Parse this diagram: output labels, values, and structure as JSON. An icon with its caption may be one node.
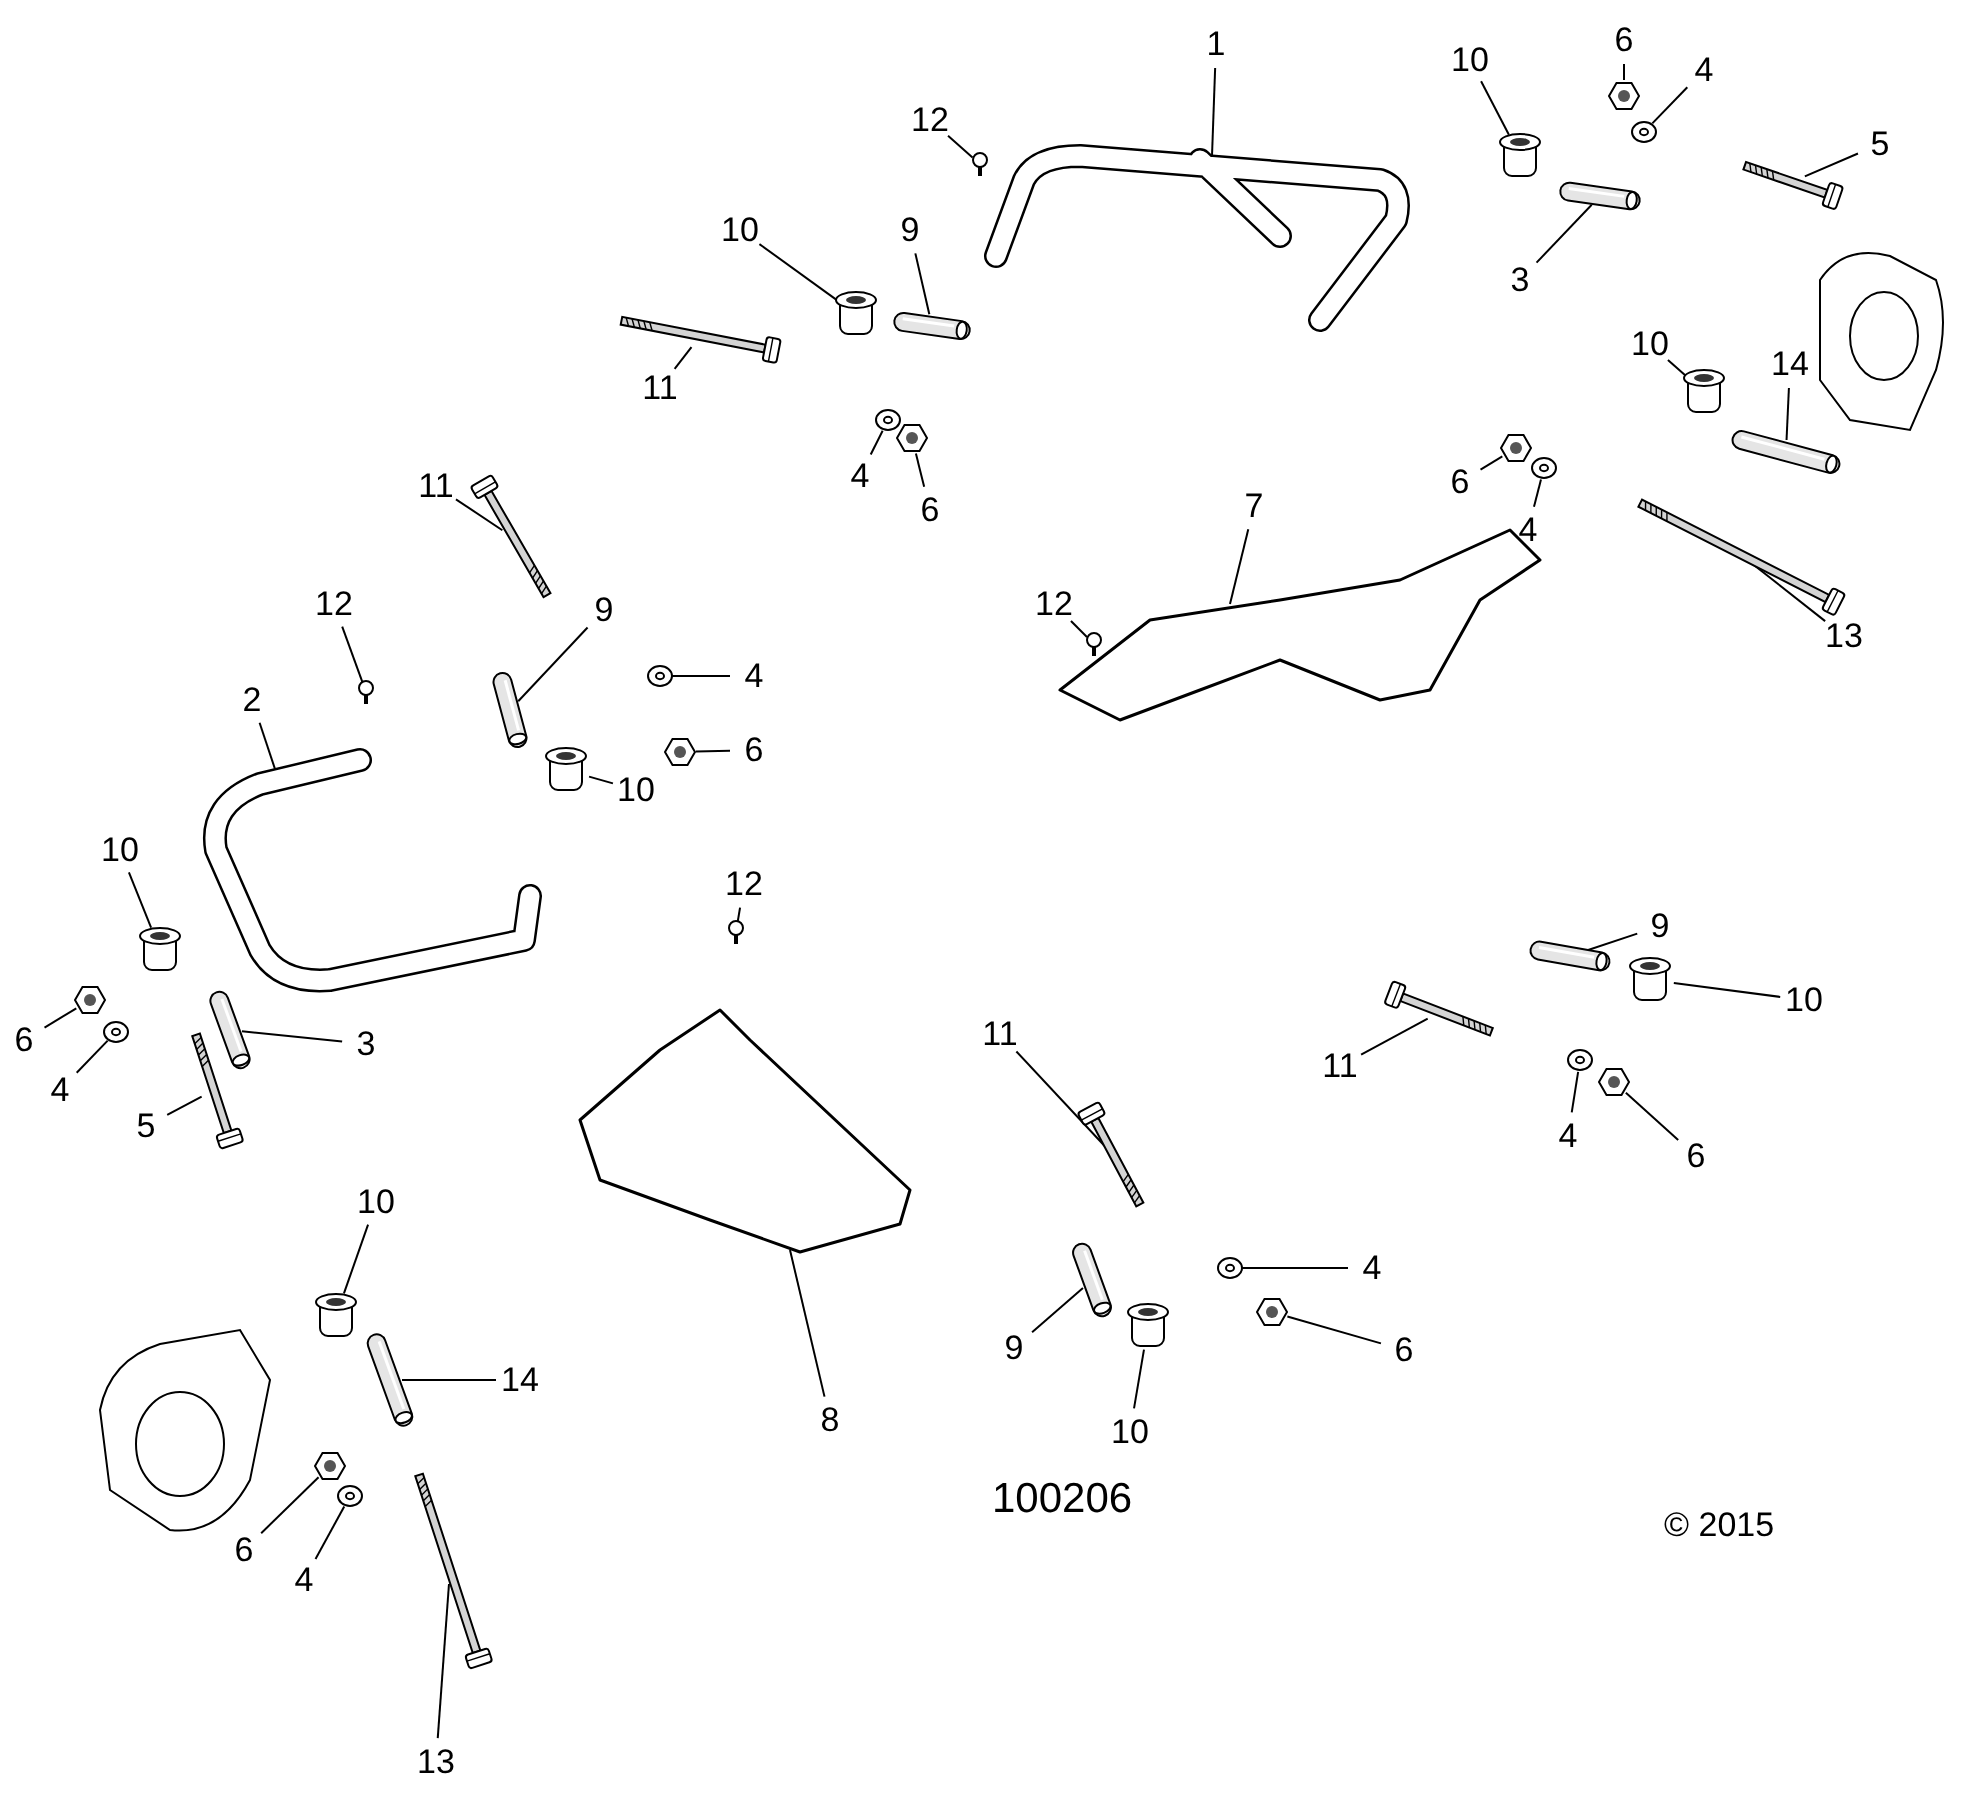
{
  "diagram": {
    "nodes": [
      {
        "text": [
          "1"
        ]
      },
      {
        "text": [],
        "shape": "picture"
      },
      {
        "text": [
          "12"
        ]
      },
      {
        "text": [],
        "shape": "screw"
      },
      {
        "text": [
          "10"
        ]
      },
      {
        "text": [],
        "shape": "bushing"
      },
      {
        "text": [
          "9"
        ]
      },
      {
        "text": [],
        "shape": "pin"
      },
      {
        "text": [
          "10"
        ]
      },
      {
        "text": [],
        "shape": "bushing"
      },
      {
        "text": [
          "6"
        ]
      },
      {
        "text": [],
        "shape": "nut"
      },
      {
        "text": [
          "4"
        ]
      },
      {
        "text": [],
        "shape": "washer"
      },
      {
        "text": [
          "5"
        ]
      },
      {
        "text": [],
        "shape": "bolt"
      },
      {
        "text": [
          "3"
        ]
      },
      {
        "text": [],
        "shape": "pin"
      },
      {
        "text": [
          "11"
        ]
      },
      {
        "text": [],
        "shape": "bolt"
      },
      {
        "text": [
          "4"
        ]
      },
      {
        "text": [],
        "shape": "washer"
      },
      {
        "text": [
          "6"
        ]
      },
      {
        "text": [],
        "shape": "nut"
      },
      {
        "text": [
          "10"
        ]
      },
      {
        "text": [],
        "shape": "bushing"
      },
      {
        "text": [
          "14"
        ]
      },
      {
        "text": [],
        "shape": "pin"
      },
      {
        "text": [
          "6"
        ]
      },
      {
        "text": [],
        "shape": "nut"
      },
      {
        "text": [
          "4"
        ]
      },
      {
        "text": [],
        "shape": "washer"
      },
      {
        "text": [
          "13"
        ]
      },
      {
        "text": [],
        "shape": "bolt"
      },
      {
        "text": [
          "7"
        ]
      },
      {
        "text": [],
        "shape": "picture"
      },
      {
        "text": [
          "12"
        ]
      },
      {
        "text": [],
        "shape": "screw"
      },
      {
        "text": [
          "11"
        ]
      },
      {
        "text": [],
        "shape": "bolt"
      },
      {
        "text": [
          "9"
        ]
      },
      {
        "text": [],
        "shape": "pin"
      },
      {
        "text": [
          "12"
        ]
      },
      {
        "text": [],
        "shape": "screw"
      },
      {
        "text": [
          "4"
        ]
      },
      {
        "text": [],
        "shape": "washer"
      },
      {
        "text": [
          "6"
        ]
      },
      {
        "text": [],
        "shape": "nut"
      },
      {
        "text": [
          "10"
        ]
      },
      {
        "text": [],
        "shape": "bushing"
      },
      {
        "text": [
          "2"
        ]
      },
      {
        "text": [],
        "shape": "picture"
      },
      {
        "text": [
          "10"
        ]
      },
      {
        "text": [],
        "shape": "bushing"
      },
      {
        "text": [
          "6"
        ]
      },
      {
        "text": [],
        "shape": "nut"
      },
      {
        "text": [
          "4"
        ]
      },
      {
        "text": [],
        "shape": "washer"
      },
      {
        "text": [
          "3"
        ]
      },
      {
        "text": [],
        "shape": "pin"
      },
      {
        "text": [
          "5"
        ]
      },
      {
        "text": [],
        "shape": "bolt"
      },
      {
        "text": [
          "12"
        ]
      },
      {
        "text": [],
        "shape": "screw"
      },
      {
        "text": [
          "11"
        ]
      },
      {
        "text": [],
        "shape": "bolt"
      },
      {
        "text": [
          "9"
        ]
      },
      {
        "text": [],
        "shape": "pin"
      },
      {
        "text": [
          "10"
        ]
      },
      {
        "text": [],
        "shape": "bushing"
      },
      {
        "text": [
          "11"
        ]
      },
      {
        "text": [],
        "shape": "bolt"
      },
      {
        "text": [
          "4"
        ]
      },
      {
        "text": [],
        "shape": "washer"
      },
      {
        "text": [
          "6"
        ]
      },
      {
        "text": [],
        "shape": "nut"
      },
      {
        "text": [
          "8"
        ]
      },
      {
        "text": [],
        "shape": "picture"
      },
      {
        "text": [
          "10"
        ]
      },
      {
        "text": [],
        "shape": "bushing"
      },
      {
        "text": [
          "14"
        ]
      },
      {
        "text": [],
        "shape": "pin"
      },
      {
        "text": [
          "4"
        ]
      },
      {
        "text": [],
        "shape": "washer"
      },
      {
        "text": [
          "6"
        ]
      },
      {
        "text": [],
        "shape": "nut"
      },
      {
        "text": [
          "9"
        ]
      },
      {
        "text": [],
        "shape": "pin"
      },
      {
        "text": [
          "10"
        ]
      },
      {
        "text": [],
        "shape": "bushing"
      },
      {
        "text": [
          "6"
        ]
      },
      {
        "text": [],
        "shape": "nut"
      },
      {
        "text": [
          "4"
        ]
      },
      {
        "text": [],
        "shape": "washer"
      },
      {
        "text": [
          "13"
        ]
      },
      {
        "text": [],
        "shape": "bolt"
      }
    ],
    "edges": [
      {
        "from": 0,
        "to": 1,
        "arrow": "none"
      },
      {
        "from": 2,
        "to": 3,
        "arrow": "none"
      },
      {
        "from": 4,
        "to": 5,
        "arrow": "none"
      },
      {
        "from": 6,
        "to": 7,
        "arrow": "none"
      },
      {
        "from": 8,
        "to": 9,
        "arrow": "none"
      },
      {
        "from": 10,
        "to": 11,
        "arrow": "none"
      },
      {
        "from": 12,
        "to": 13,
        "arrow": "none"
      },
      {
        "from": 14,
        "to": 15,
        "arrow": "none"
      },
      {
        "from": 16,
        "to": 17,
        "arrow": "none"
      },
      {
        "from": 18,
        "to": 19,
        "arrow": "none"
      },
      {
        "from": 20,
        "to": 21,
        "arrow": "none"
      },
      {
        "from": 22,
        "to": 23,
        "arrow": "none"
      },
      {
        "from": 24,
        "to": 25,
        "arrow": "none"
      },
      {
        "from": 26,
        "to": 27,
        "arrow": "none"
      },
      {
        "from": 28,
        "to": 29,
        "arrow": "none"
      },
      {
        "from": 30,
        "to": 31,
        "arrow": "none"
      },
      {
        "from": 32,
        "to": 33,
        "arrow": "none"
      },
      {
        "from": 34,
        "to": 35,
        "arrow": "none"
      },
      {
        "from": 36,
        "to": 37,
        "arrow": "none"
      },
      {
        "from": 38,
        "to": 39,
        "arrow": "none"
      },
      {
        "from": 40,
        "to": 41,
        "arrow": "none"
      },
      {
        "from": 42,
        "to": 43,
        "arrow": "none"
      },
      {
        "from": 44,
        "to": 45,
        "arrow": "none"
      },
      {
        "from": 46,
        "to": 47,
        "arrow": "none"
      },
      {
        "from": 48,
        "to": 49,
        "arrow": "none"
      },
      {
        "from": 50,
        "to": 51,
        "arrow": "none"
      },
      {
        "from": 52,
        "to": 53,
        "arrow": "none"
      },
      {
        "from": 54,
        "to": 55,
        "arrow": "none"
      },
      {
        "from": 56,
        "to": 57,
        "arrow": "none"
      },
      {
        "from": 58,
        "to": 59,
        "arrow": "none"
      },
      {
        "from": 60,
        "to": 61,
        "arrow": "none"
      },
      {
        "from": 62,
        "to": 63,
        "arrow": "none"
      },
      {
        "from": 64,
        "to": 65,
        "arrow": "none"
      },
      {
        "from": 66,
        "to": 67,
        "arrow": "none"
      },
      {
        "from": 68,
        "to": 69,
        "arrow": "none"
      },
      {
        "from": 70,
        "to": 71,
        "arrow": "none"
      },
      {
        "from": 72,
        "to": 73,
        "arrow": "none"
      },
      {
        "from": 74,
        "to": 75,
        "arrow": "none"
      },
      {
        "from": 76,
        "to": 77,
        "arrow": "none"
      },
      {
        "from": 78,
        "to": 79,
        "arrow": "none"
      },
      {
        "from": 80,
        "to": 81,
        "arrow": "none"
      },
      {
        "from": 82,
        "to": 83,
        "arrow": "none"
      },
      {
        "from": 84,
        "to": 85,
        "arrow": "none"
      },
      {
        "from": 86,
        "to": 87,
        "arrow": "none"
      },
      {
        "from": 88,
        "to": 89,
        "arrow": "none"
      },
      {
        "from": 90,
        "to": 91,
        "arrow": "none"
      },
      {
        "from": 92,
        "to": 93,
        "arrow": "none"
      },
      {
        "from": 94,
        "to": 95,
        "arrow": "none"
      }
    ],
    "labels": [
      "100206",
      "© 2015"
    ]
  }
}
